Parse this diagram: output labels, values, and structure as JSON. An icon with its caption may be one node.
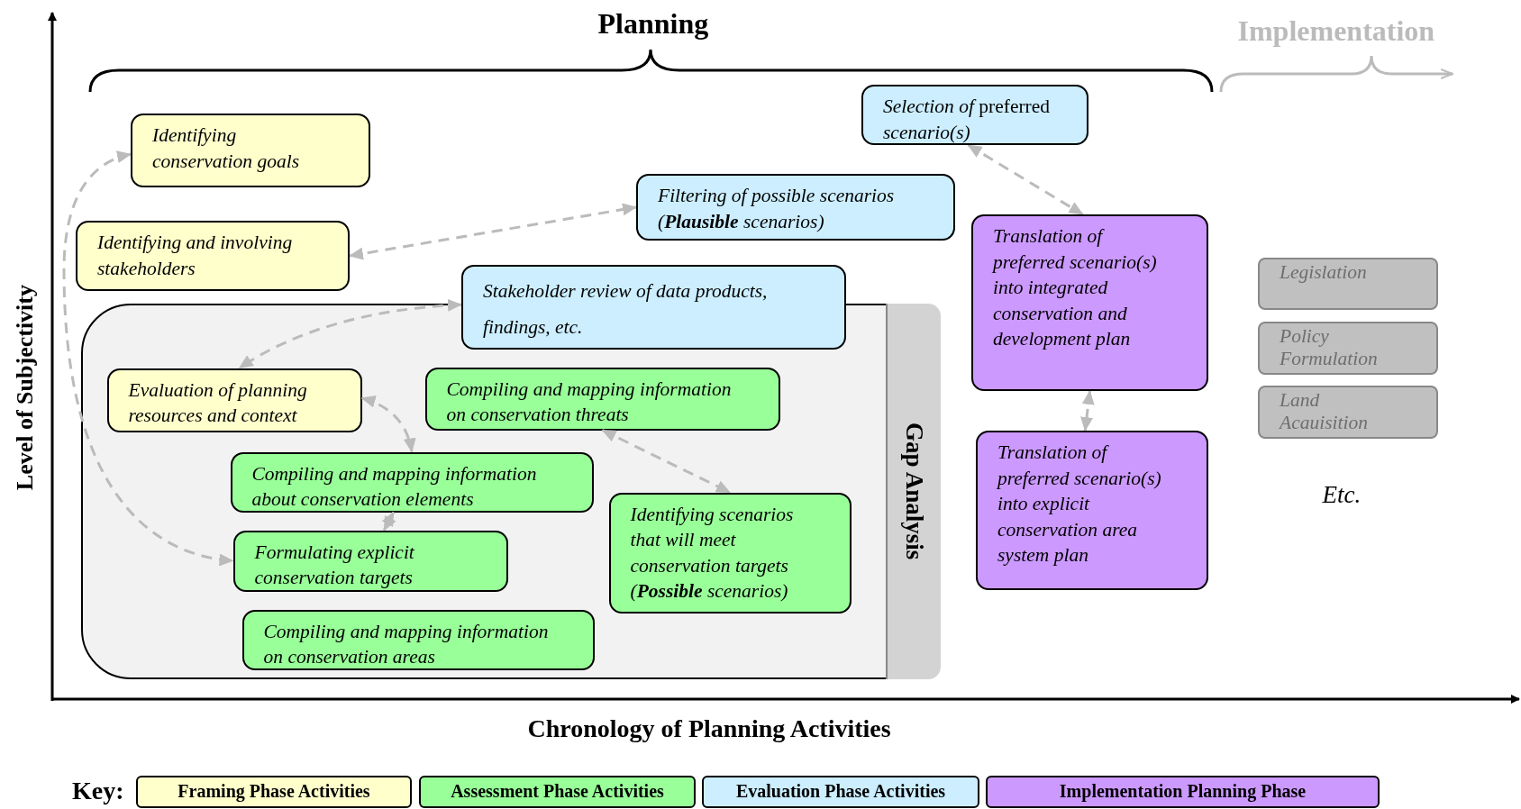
{
  "diagram": {
    "nodes": [
      {
        "text": [
          "Identifying conservation goals"
        ]
      },
      {
        "text": [
          "Identifying and involving stakeholders"
        ]
      },
      {
        "text": [
          "*Selection of* preferred *scenario(s)*"
        ]
      },
      {
        "text": [
          "Filtering of possible scenarios (**Plausible** scenarios)"
        ]
      },
      {
        "text": [
          "Stakeholder review of data products, findings, etc."
        ]
      },
      {
        "text": [],
        "shape": "box"
      },
      {
        "text": [
          "Evaluation of planning resources and context"
        ],
        "in": 5
      },
      {
        "text": [
          "Compiling and mapping information on conservation threats"
        ],
        "in": 5
      },
      {
        "text": [
          "Compiling and mapping information about conservation elements"
        ],
        "in": 5
      },
      {
        "text": [
          "Formulating explicit conservation targets"
        ],
        "in": 5
      },
      {
        "text": [
          "Identifying scenarios that will meet conservation targets (**Possible** scenarios)"
        ],
        "in": 5
      },
      {
        "text": [
          "Compiling and mapping information on conservation areas"
        ],
        "in": 5
      },
      {
        "text": [
          "Gap Analysis"
        ],
        "in": 5
      },
      {
        "text": [
          "Translation of preferred scenario(s) into integrated conservation and development plan"
        ]
      },
      {
        "text": [
          "Translation of preferred scenario(s) into explicit conservation area system plan"
        ]
      },
      {
        "text": [
          "Legislation"
        ]
      },
      {
        "text": [
          "Policy Formulation"
        ]
      },
      {
        "text": [
          "Land Acauisition"
        ]
      }
    ],
    "edges": [
      {
        "from": 0,
        "to": 9,
        "arrow": "both",
        "style": "dashed"
      },
      {
        "from": 1,
        "to": 3,
        "arrow": "both",
        "style": "dashed"
      },
      {
        "from": 4,
        "to": 6,
        "arrow": "both",
        "style": "dashed"
      },
      {
        "from": 6,
        "to": 8,
        "arrow": "both",
        "style": "dashed"
      },
      {
        "from": 8,
        "to": 9,
        "arrow": "both",
        "style": "dashed"
      },
      {
        "from": 7,
        "to": 10,
        "arrow": "both",
        "style": "dashed"
      },
      {
        "from": 2,
        "to": 13,
        "arrow": "both",
        "style": "dashed"
      },
      {
        "from": 13,
        "to": 14,
        "arrow": "both",
        "style": "dashed"
      }
    ],
    "labels": [
      "Planning",
      "Implementation",
      "Level of Subjectivity",
      "Etc.",
      "Chronology of Planning Activities",
      "Key:"
    ],
    "legend": [
      {
        "text": "Framing Phase Activities",
        "color": "#ffffcc"
      },
      {
        "text": "Assessment Phase Activities",
        "color": "#99ff99"
      },
      {
        "text": "Evaluation Phase Activities",
        "color": "#cceeff"
      },
      {
        "text": "Implementation Planning Phase",
        "color": "#cc99ff"
      }
    ]
  }
}
